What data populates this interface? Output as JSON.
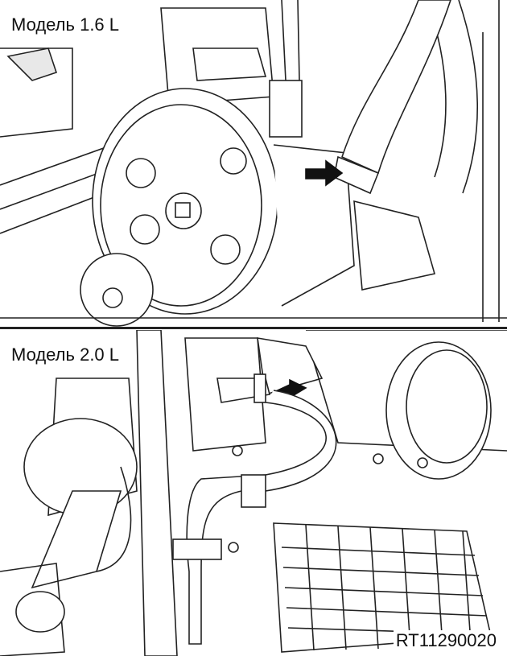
{
  "panels": [
    {
      "label": "Модель 1.6 L"
    },
    {
      "label": "Модель 2.0 L"
    }
  ],
  "figure_code": "RT11290020"
}
